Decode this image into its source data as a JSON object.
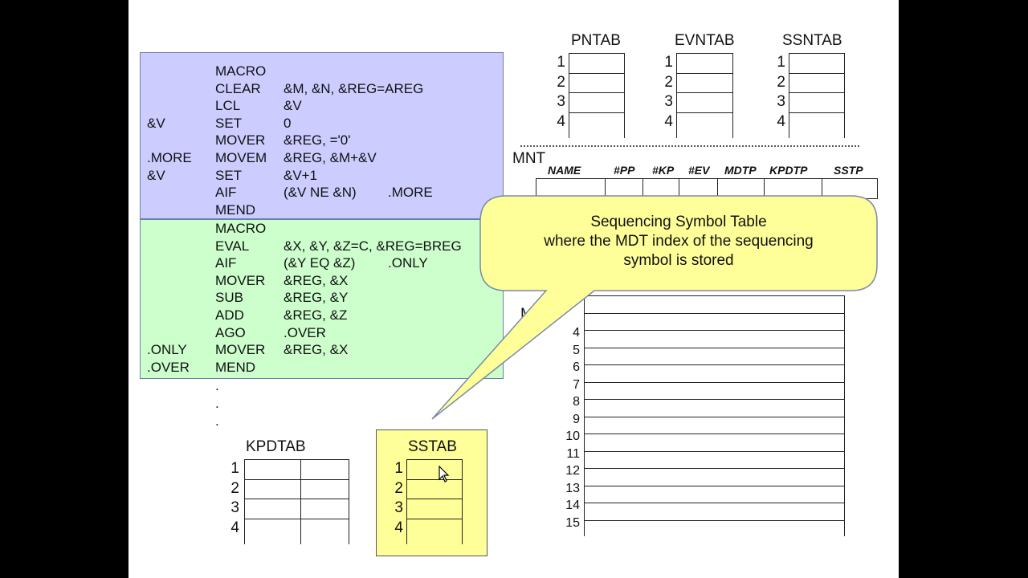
{
  "macro1": {
    "lines": [
      {
        "label": "",
        "op": "MACRO",
        "args": "",
        "extra": ""
      },
      {
        "label": "",
        "op": "CLEAR",
        "args": "&M, &N, &REG=AREG",
        "extra": ""
      },
      {
        "label": "",
        "op": "LCL",
        "args": "&V",
        "extra": ""
      },
      {
        "label": "&V",
        "op": "SET",
        "args": "0",
        "extra": ""
      },
      {
        "label": "",
        "op": "MOVER",
        "args": "&REG, ='0'",
        "extra": ""
      },
      {
        "label": ".MORE",
        "op": "MOVEM",
        "args": "&REG, &M+&V",
        "extra": ""
      },
      {
        "label": "&V",
        "op": "SET",
        "args": "&V+1",
        "extra": ""
      },
      {
        "label": "",
        "op": "AIF",
        "args": "(&V NE &N)",
        "extra": ".MORE"
      },
      {
        "label": "",
        "op": "MEND",
        "args": "",
        "extra": ""
      }
    ]
  },
  "macro2": {
    "lines": [
      {
        "label": "",
        "op": "MACRO",
        "args": "",
        "extra": ""
      },
      {
        "label": "",
        "op": "EVAL",
        "args": "&X, &Y, &Z=C, &REG=BREG",
        "extra": ""
      },
      {
        "label": "",
        "op": "AIF",
        "args": "(&Y EQ &Z)",
        "extra": ".ONLY"
      },
      {
        "label": "",
        "op": "MOVER",
        "args": "&REG, &X",
        "extra": ""
      },
      {
        "label": "",
        "op": "SUB",
        "args": "&REG, &Y",
        "extra": ""
      },
      {
        "label": "",
        "op": "ADD",
        "args": "&REG, &Z",
        "extra": ""
      },
      {
        "label": "",
        "op": "AGO",
        "args": ".OVER",
        "extra": ""
      },
      {
        "label": ".ONLY",
        "op": "MOVER",
        "args": "&REG, &X",
        "extra": ""
      },
      {
        "label": ".OVER",
        "op": "MEND",
        "args": "",
        "extra": ""
      }
    ]
  },
  "continuation_dots": [
    ".",
    ".",
    "."
  ],
  "pntab": {
    "title": "PNTAB",
    "rows": [
      "1",
      "2",
      "3",
      "4"
    ]
  },
  "evntab": {
    "title": "EVNTAB",
    "rows": [
      "1",
      "2",
      "3",
      "4"
    ]
  },
  "ssntab": {
    "title": "SSNTAB",
    "rows": [
      "1",
      "2",
      "3",
      "4"
    ]
  },
  "mnt": {
    "title": "MNT",
    "columns": [
      "NAME",
      "#PP",
      "#KP",
      "#EV",
      "MDTP",
      "KPDTP",
      "SSTP"
    ]
  },
  "mdt": {
    "title_partial": "M",
    "rows": [
      "4",
      "5",
      "6",
      "7",
      "8",
      "9",
      "10",
      "11",
      "12",
      "13",
      "14",
      "15"
    ]
  },
  "kpdtab": {
    "title": "KPDTAB",
    "rows": [
      "1",
      "2",
      "3",
      "4"
    ]
  },
  "sstab": {
    "title": "SSTAB",
    "rows": [
      "1",
      "2",
      "3",
      "4"
    ]
  },
  "callout": {
    "text_line1": "Sequencing Symbol Table",
    "text_line2": "where the MDT index of the sequencing",
    "text_line3": "symbol is stored"
  },
  "colors": {
    "macro1_bg": "#ccccff",
    "macro2_bg": "#ccffcc",
    "sstab_bg": "#ffff99",
    "callout_bg": "#ffff99",
    "outer_bg": "#000000"
  }
}
